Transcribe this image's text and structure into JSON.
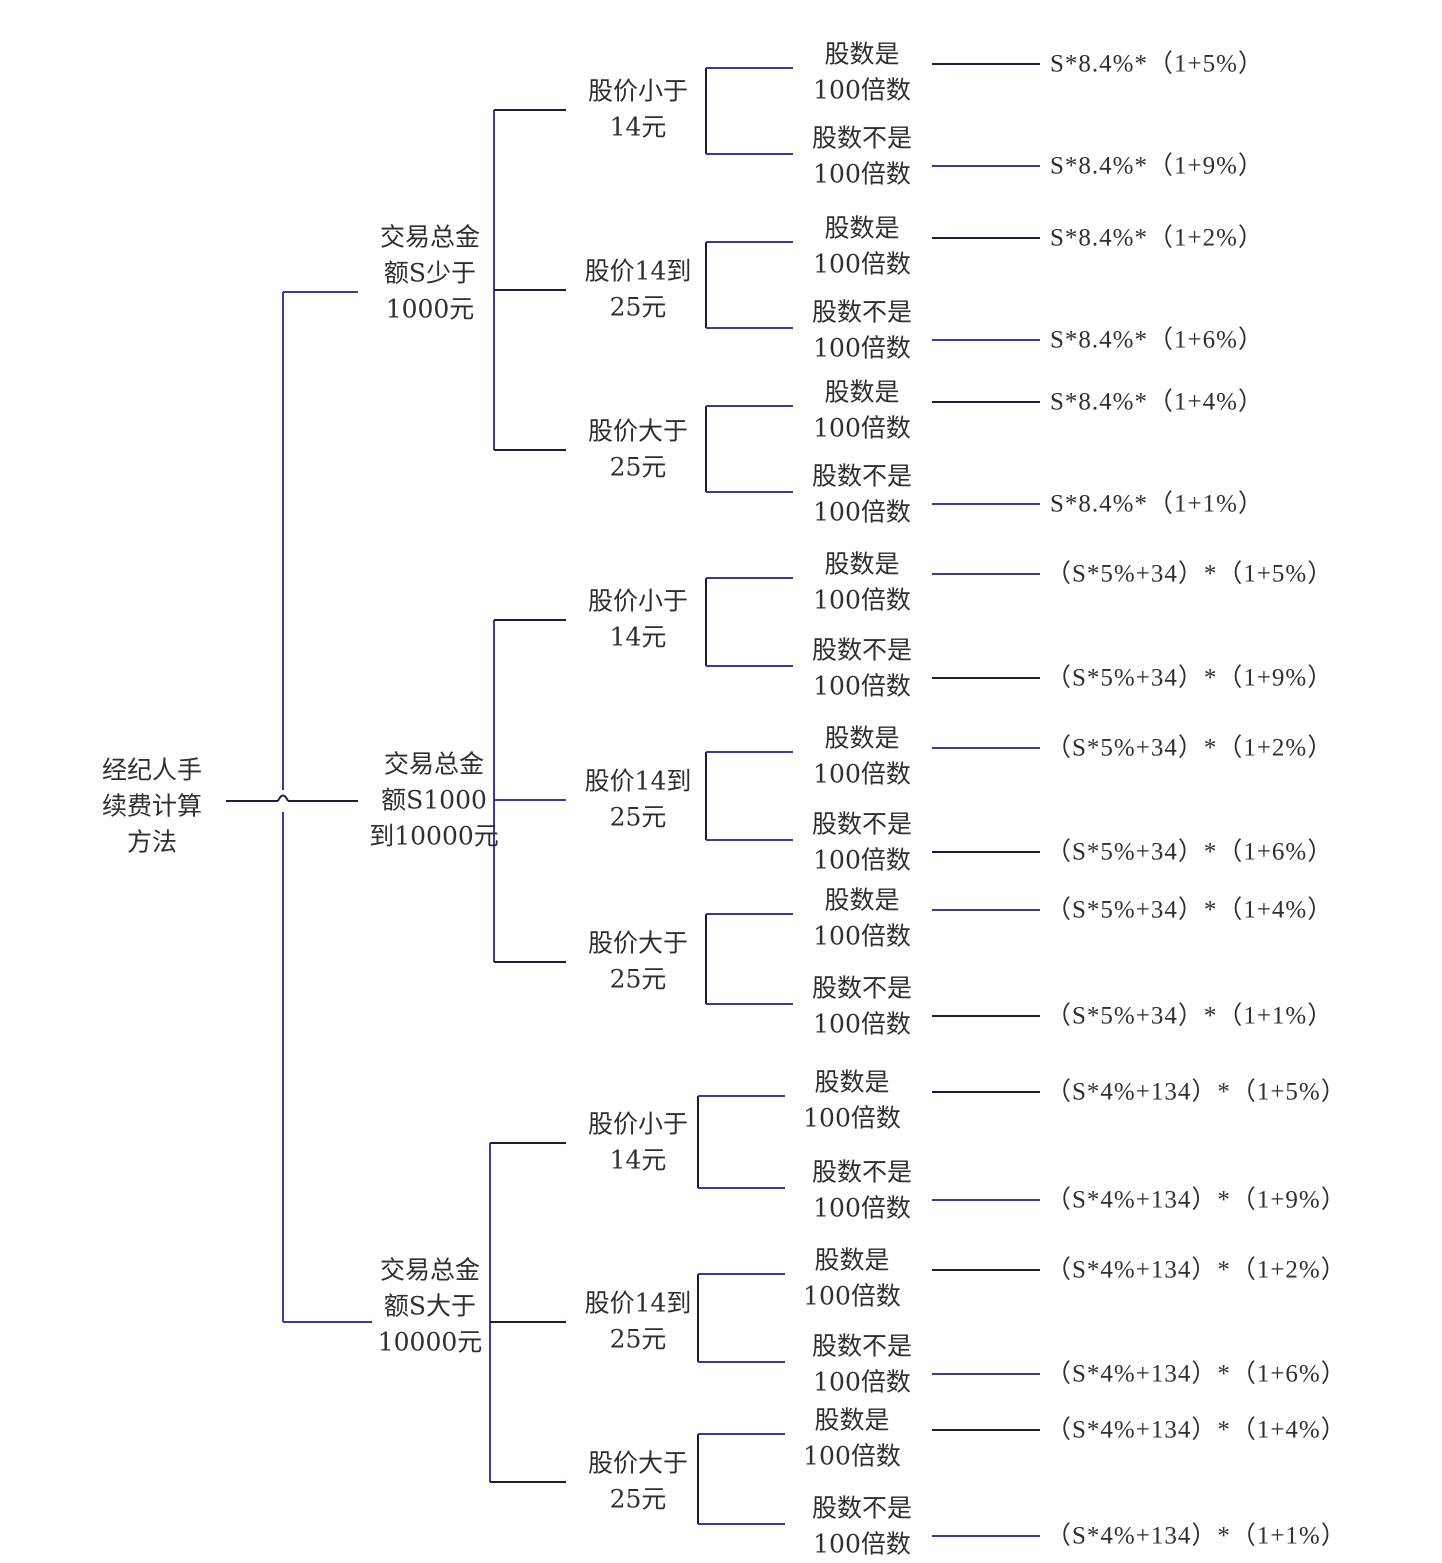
{
  "root": {
    "lines": [
      "经纪人手",
      "续费计算",
      "方法"
    ]
  },
  "groups": [
    {
      "lines": [
        "交易总金",
        "额S少于",
        "1000元"
      ],
      "price_bands": [
        {
          "lines": [
            "股价小于",
            "14元"
          ],
          "leaves": [
            {
              "lines": [
                "股数是",
                "100倍数"
              ],
              "formula": "S*8.4%*（1+5%）"
            },
            {
              "lines": [
                "股数不是",
                "100倍数"
              ],
              "formula": "S*8.4%*（1+9%）"
            }
          ]
        },
        {
          "lines": [
            "股价14到",
            "25元"
          ],
          "leaves": [
            {
              "lines": [
                "股数是",
                "100倍数"
              ],
              "formula": "S*8.4%*（1+2%）"
            },
            {
              "lines": [
                "股数不是",
                "100倍数"
              ],
              "formula": "S*8.4%*（1+6%）"
            }
          ]
        },
        {
          "lines": [
            "股价大于",
            "25元"
          ],
          "leaves": [
            {
              "lines": [
                "股数是",
                "100倍数"
              ],
              "formula": "S*8.4%*（1+4%）"
            },
            {
              "lines": [
                "股数不是",
                "100倍数"
              ],
              "formula": "S*8.4%*（1+1%）"
            }
          ]
        }
      ]
    },
    {
      "lines": [
        "交易总金",
        "额S1000",
        "到10000元"
      ],
      "price_bands": [
        {
          "lines": [
            "股价小于",
            "14元"
          ],
          "leaves": [
            {
              "lines": [
                "股数是",
                "100倍数"
              ],
              "formula": "（S*5%+34）*（1+5%）"
            },
            {
              "lines": [
                "股数不是",
                "100倍数"
              ],
              "formula": "（S*5%+34）*（1+9%）"
            }
          ]
        },
        {
          "lines": [
            "股价14到",
            "25元"
          ],
          "leaves": [
            {
              "lines": [
                "股数是",
                "100倍数"
              ],
              "formula": "（S*5%+34）*（1+2%）"
            },
            {
              "lines": [
                "股数不是",
                "100倍数"
              ],
              "formula": "（S*5%+34）*（1+6%）"
            }
          ]
        },
        {
          "lines": [
            "股价大于",
            "25元"
          ],
          "leaves": [
            {
              "lines": [
                "股数是",
                "100倍数"
              ],
              "formula": "（S*5%+34）*（1+4%）"
            },
            {
              "lines": [
                "股数不是",
                "100倍数"
              ],
              "formula": "（S*5%+34）*（1+1%）"
            }
          ]
        }
      ]
    },
    {
      "lines": [
        "交易总金",
        "额S大于",
        "10000元"
      ],
      "price_bands": [
        {
          "lines": [
            "股价小于",
            "14元"
          ],
          "leaves": [
            {
              "lines": [
                "股数是",
                "100倍数"
              ],
              "formula": "（S*4%+134）*（1+5%）"
            },
            {
              "lines": [
                "股数不是",
                "100倍数"
              ],
              "formula": "（S*4%+134）*（1+9%）"
            }
          ]
        },
        {
          "lines": [
            "股价14到",
            "25元"
          ],
          "leaves": [
            {
              "lines": [
                "股数是",
                "100倍数"
              ],
              "formula": "（S*4%+134）*（1+2%）"
            },
            {
              "lines": [
                "股数不是",
                "100倍数"
              ],
              "formula": "（S*4%+134）*（1+6%）"
            }
          ]
        },
        {
          "lines": [
            "股价大于",
            "25元"
          ],
          "leaves": [
            {
              "lines": [
                "股数是",
                "100倍数"
              ],
              "formula": "（S*4%+134）*（1+4%）"
            },
            {
              "lines": [
                "股数不是",
                "100倍数"
              ],
              "formula": "（S*4%+134）*（1+1%）"
            }
          ]
        }
      ]
    }
  ],
  "colors": {
    "line_dark": "#1e1e3a",
    "line_blue": "#3a3aa0",
    "text": "#2f2f2f"
  }
}
